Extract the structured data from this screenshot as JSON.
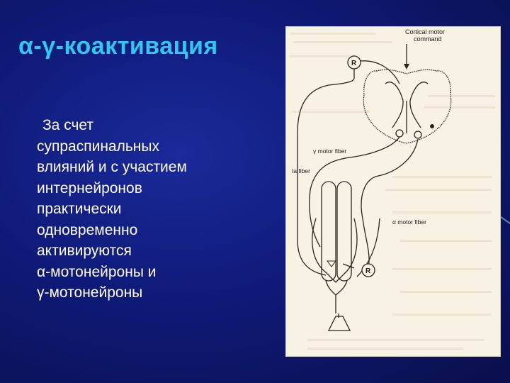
{
  "slide": {
    "title": "α-γ-коактивация",
    "body_lines": [
      "За счет",
      "супраспинальных",
      "влияний и с участием",
      "интернейронов",
      "практически",
      "одновременно",
      "активируются",
      "α-мотонейроны и",
      "γ-мотонейроны"
    ]
  },
  "figure": {
    "command_label_1": "Cortical motor",
    "command_label_2": "command",
    "gamma_fiber_label": "γ motor fiber",
    "ia_fiber_label": "Ia fiber",
    "alpha_fiber_label": "α motor fiber",
    "renshaw_top": "R",
    "renshaw_bottom": "R"
  }
}
